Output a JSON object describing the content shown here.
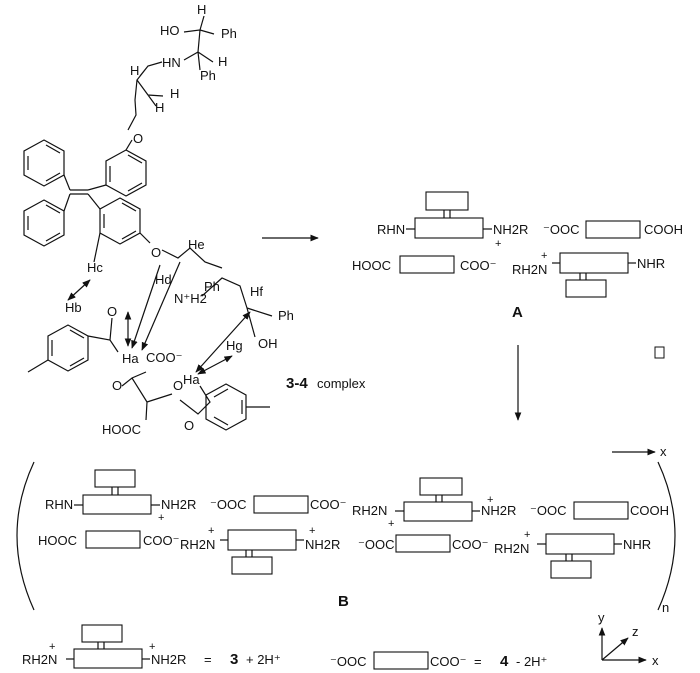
{
  "labels": {
    "ho": "HO",
    "h": "H",
    "ph": "Ph",
    "hn": "HN",
    "o": "O",
    "hc": "Hc",
    "hb": "Hb",
    "hd": "Hd",
    "he": "He",
    "hf": "Hf",
    "hg": "Hg",
    "ha": "Ha",
    "nh2_plus": "N⁺H2",
    "coo_minus": "COO⁻",
    "hooc": "HOOC",
    "oh": "OH",
    "complex_num": "3-4",
    "complex_word": "complex",
    "rhn": "RHN",
    "nh2r": "NH2R",
    "ooc": "⁻OOC",
    "cooh": "COOH",
    "coo": "COO⁻",
    "rh2n": "RH2N",
    "nhr": "NHR",
    "a": "A",
    "b": "B",
    "n": "n",
    "x": "x",
    "y": "y",
    "z": "z",
    "eq": "=",
    "three": "3",
    "four": "4",
    "plus_2h": "+ 2H⁺",
    "minus_2h": "- 2H⁺",
    "plus": "+"
  }
}
